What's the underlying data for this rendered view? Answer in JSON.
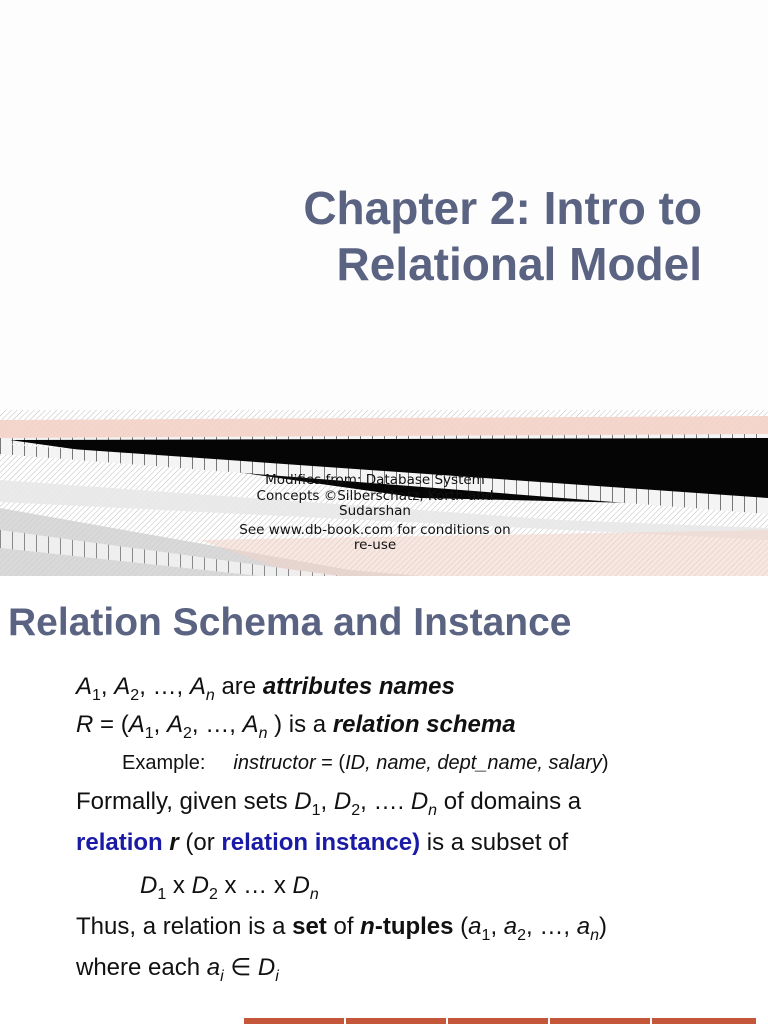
{
  "slide1": {
    "title_line1": "Chapter 2: Intro to",
    "title_line2": "Relational Model",
    "credit": {
      "line1": "Modifies from: Database System",
      "line2": "Concepts ©Silberschatz, Korth and",
      "line3": "Sudarshan",
      "line4": "See www.db-book.com for conditions on",
      "line5": "re-use"
    }
  },
  "slide2": {
    "heading": "Relation Schema and Instance",
    "bullet_glyph": "",
    "sub_bullet_glyph": "",
    "b1": {
      "a": "A",
      "s1": "1",
      "sep1": ", ",
      "b": "A",
      "s2": "2",
      "mid": ", …, ",
      "c": "A",
      "sn": "n",
      "text": " are ",
      "bold": "attributes names"
    },
    "b2": {
      "r": "R",
      "eq": " = (",
      "a": "A",
      "s1": "1",
      "sep1": ", ",
      "b": "A",
      "s2": "2",
      "mid": ", …, ",
      "c": "A",
      "sn": "n",
      "close": " ) is a ",
      "bold": "relation schema"
    },
    "example": {
      "label": "Example:",
      "name": "instructor",
      "eq": " = (",
      "fields": "ID,  name, dept_name, salary",
      "close": ")"
    },
    "b3": {
      "line1_a": "Formally, given sets ",
      "d": "D",
      "s1": "1",
      "sep": ", ",
      "s2": "2",
      "dots": ", …. ",
      "sn": "n",
      "line1_b": "  of domains a",
      "rel": "relation ",
      "r": "r",
      "or": " (or ",
      "inst": "relation instance)",
      "tail": " is a subset of",
      "prod_x": " x  ",
      "prod_mid": "  x … x ",
      "thus_a": "Thus, a relation is a ",
      "set": "set",
      "of": " of ",
      "n": "n",
      "tuples": "-tuples",
      "tup_open": " (",
      "a": "a",
      "tup_sep": ", ",
      "tup_mid": ", …, ",
      "tup_close": ")",
      "where": "where each ",
      "i": "i",
      "in": "  ∈ "
    }
  }
}
